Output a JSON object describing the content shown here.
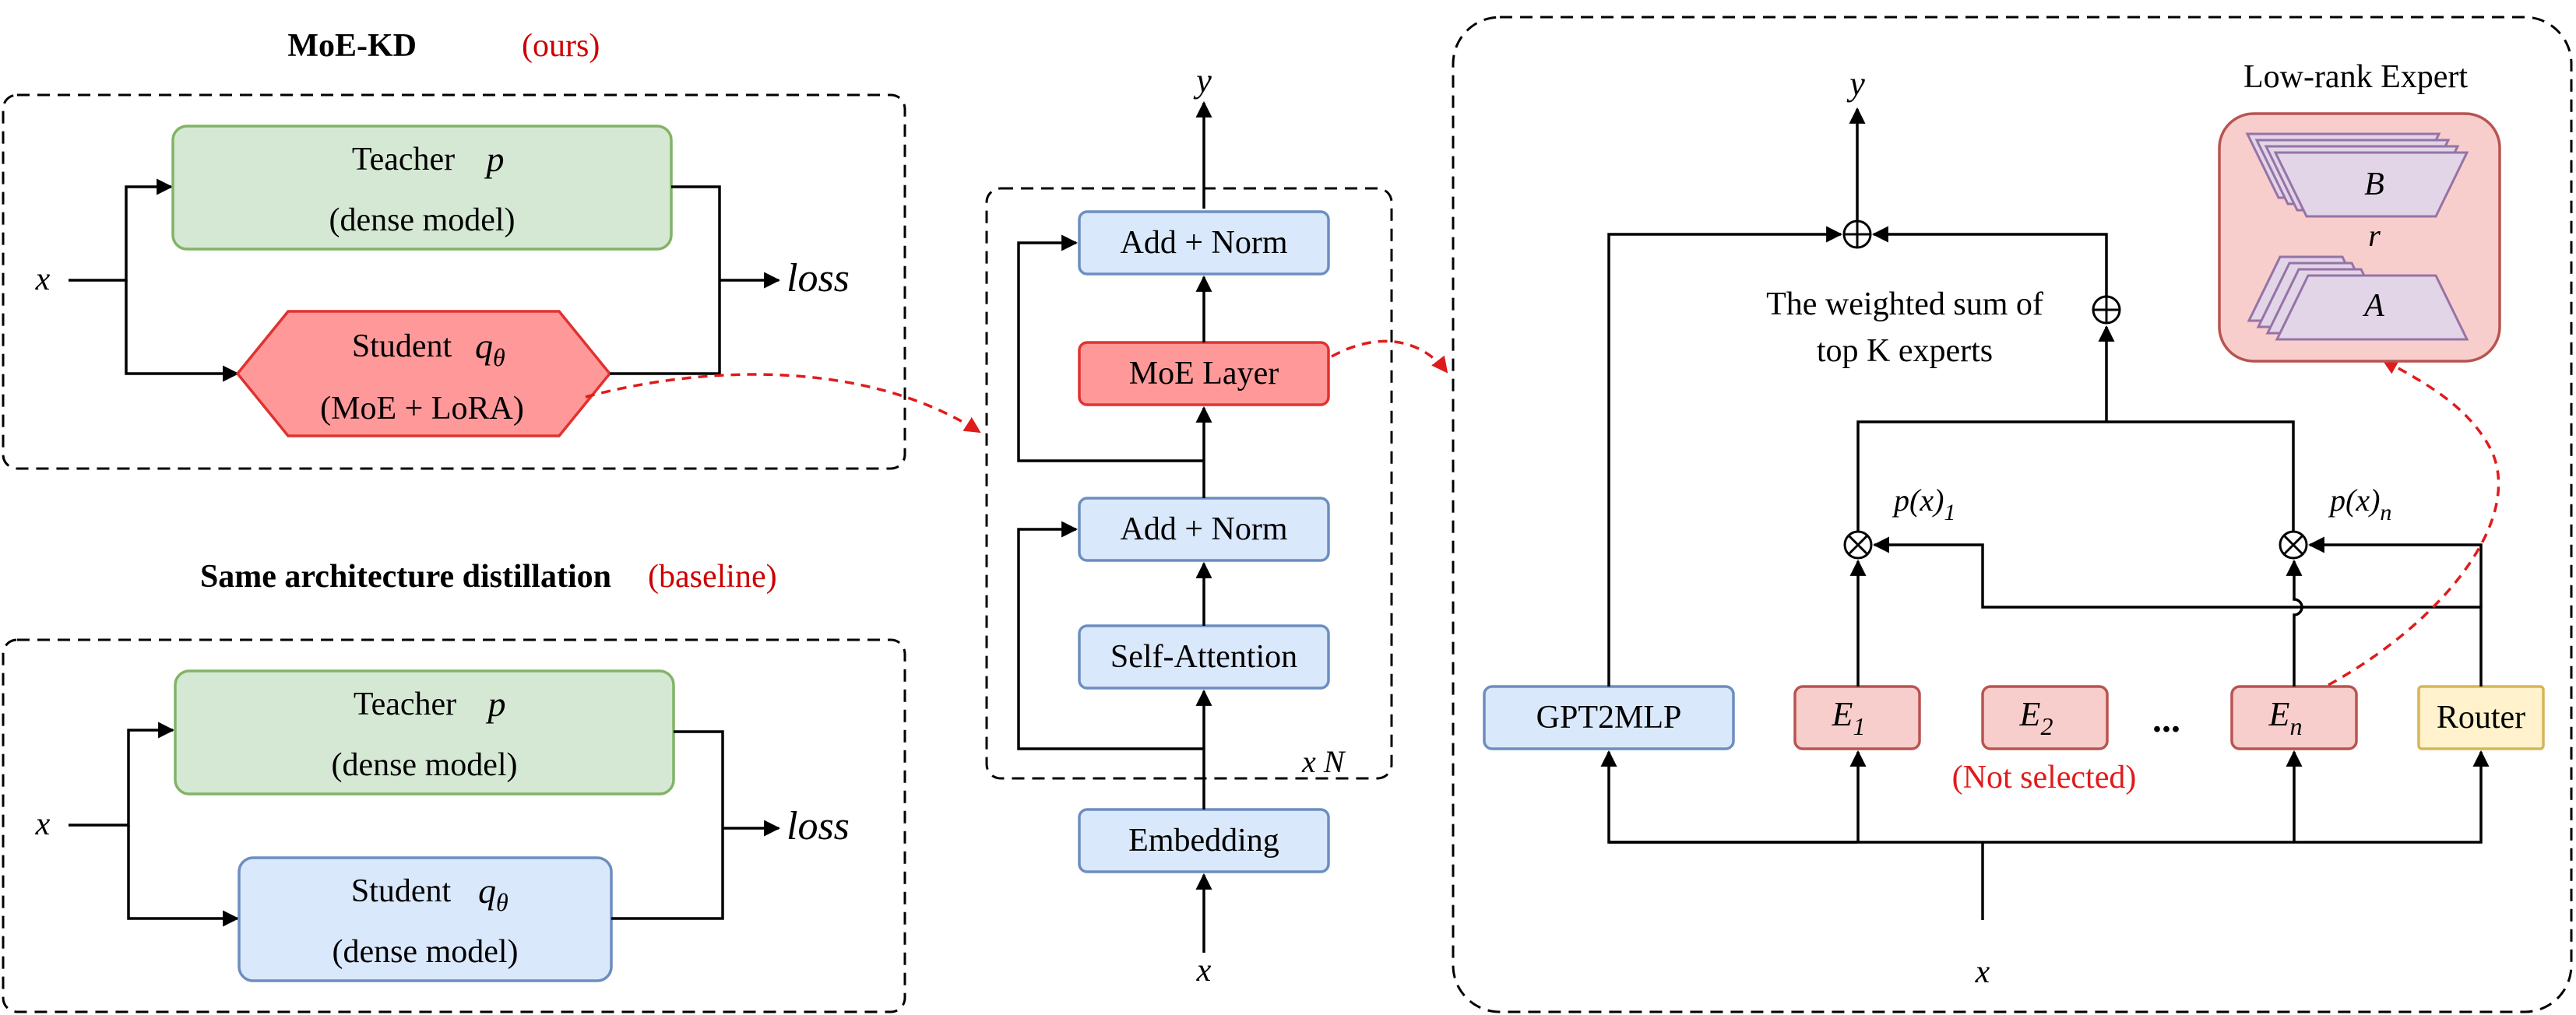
{
  "left": {
    "top_title": "MoE-KD",
    "top_tag": "(ours)",
    "bottom_title": "Same architecture distillation",
    "bottom_tag": "(baseline)",
    "input_label": "x",
    "loss_label": "loss",
    "teacher_line1": "Teacher",
    "teacher_var": "p",
    "teacher_line2": "(dense model)",
    "student_line1": "Student",
    "student_var": "q",
    "student_var_sub": "θ",
    "student_moe_line2": "(MoE + LoRA)",
    "student_dense_line2": "(dense model)"
  },
  "middle": {
    "output_label": "y",
    "input_label": "x",
    "add_norm": "Add + Norm",
    "moe_layer": "MoE Layer",
    "self_attention": "Self-Attention",
    "embedding": "Embedding",
    "repeat_label": "x N"
  },
  "right": {
    "output_label": "y",
    "input_label": "x",
    "weighted_sum_line1": "The weighted sum of",
    "weighted_sum_line2": "top K experts",
    "gpt2mlp": "GPT2MLP",
    "router": "Router",
    "expert_letter": "E",
    "expert_sub_1": "1",
    "expert_sub_2": "2",
    "expert_sub_n": "n",
    "dots": "...",
    "not_selected": "(Not selected)",
    "gate_label_base": "p(x)",
    "gate_sub_1": "1",
    "gate_sub_n": "n",
    "low_rank_title": "Low-rank Expert",
    "matrix_b": "B",
    "matrix_a": "A",
    "rank_label": "r"
  },
  "colors": {
    "green_fill": "#d5e8d4",
    "green_stroke": "#82b366",
    "blue_fill": "#dae8fc",
    "blue_stroke": "#6c8ebf",
    "red_fill": "#ff9999",
    "red_stroke": "#e0322f",
    "pink_fill": "#f8cecc",
    "pink_stroke": "#b85450",
    "yellow_fill": "#fff2cc",
    "yellow_stroke": "#d6b656",
    "purple_fill": "#e1d5e7",
    "purple_stroke": "#9673a6",
    "accent_red": "#e01b1b"
  }
}
